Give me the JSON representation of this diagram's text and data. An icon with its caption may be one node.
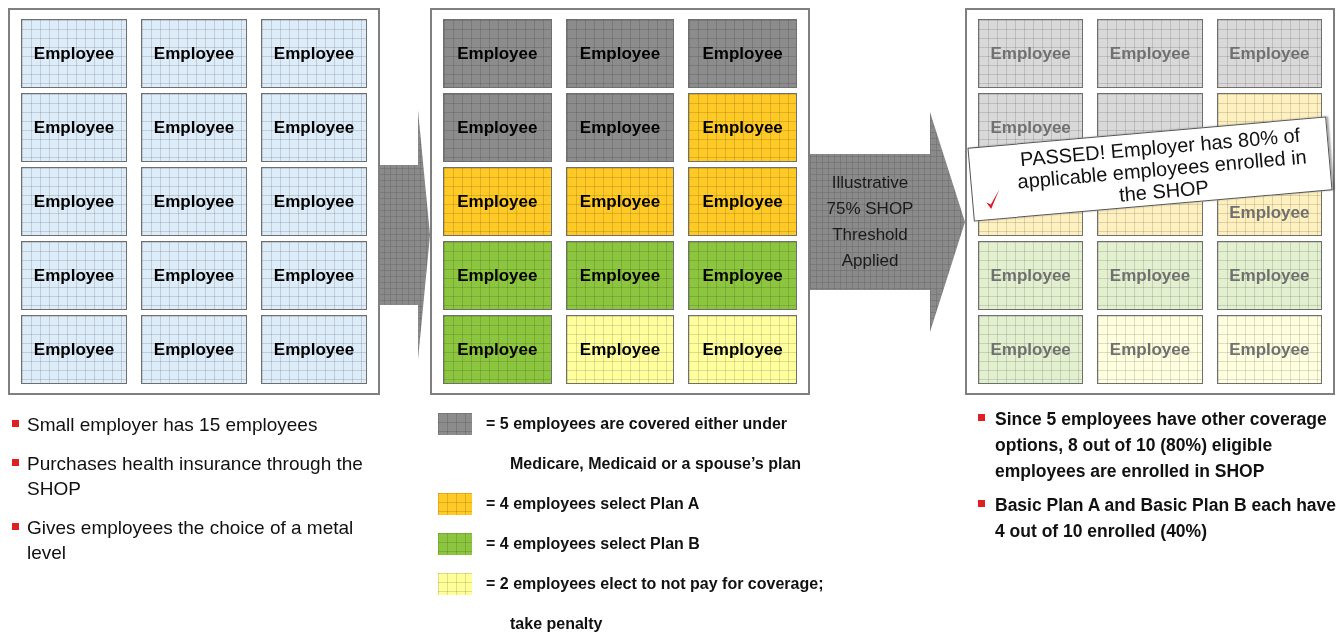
{
  "diagram": {
    "nodes": [
      {
        "text": [],
        "shape": "box"
      },
      {
        "text": [
          "Employee"
        ],
        "in": 0
      },
      {
        "text": [
          "Employee"
        ],
        "in": 0
      },
      {
        "text": [
          "Employee"
        ],
        "in": 0
      },
      {
        "text": [
          "Employee"
        ],
        "in": 0
      },
      {
        "text": [
          "Employee"
        ],
        "in": 0
      },
      {
        "text": [
          "Employee"
        ],
        "in": 0
      },
      {
        "text": [
          "Employee"
        ],
        "in": 0
      },
      {
        "text": [
          "Employee"
        ],
        "in": 0
      },
      {
        "text": [
          "Employee"
        ],
        "in": 0
      },
      {
        "text": [
          "Employee"
        ],
        "in": 0
      },
      {
        "text": [
          "Employee"
        ],
        "in": 0
      },
      {
        "text": [
          "Employee"
        ],
        "in": 0
      },
      {
        "text": [
          "Employee"
        ],
        "in": 0
      },
      {
        "text": [
          "Employee"
        ],
        "in": 0
      },
      {
        "text": [
          "Employee"
        ],
        "in": 0
      },
      {
        "text": [],
        "shape": "box"
      },
      {
        "text": [
          "Employee"
        ],
        "in": 16
      },
      {
        "text": [
          "Employee"
        ],
        "in": 16
      },
      {
        "text": [
          "Employee"
        ],
        "in": 16
      },
      {
        "text": [
          "Employee"
        ],
        "in": 16
      },
      {
        "text": [
          "Employee"
        ],
        "in": 16
      },
      {
        "text": [
          "Employee"
        ],
        "in": 16
      },
      {
        "text": [
          "Employee"
        ],
        "in": 16
      },
      {
        "text": [
          "Employee"
        ],
        "in": 16
      },
      {
        "text": [
          "Employee"
        ],
        "in": 16
      },
      {
        "text": [
          "Employee"
        ],
        "in": 16
      },
      {
        "text": [
          "Employee"
        ],
        "in": 16
      },
      {
        "text": [
          "Employee"
        ],
        "in": 16
      },
      {
        "text": [
          "Employee"
        ],
        "in": 16
      },
      {
        "text": [
          "Employee"
        ],
        "in": 16
      },
      {
        "text": [
          "Employee"
        ],
        "in": 16
      },
      {
        "text": [],
        "shape": "box"
      },
      {
        "text": [
          "Employee"
        ],
        "in": 32
      },
      {
        "text": [
          "Employee"
        ],
        "in": 32
      },
      {
        "text": [
          "Employee"
        ],
        "in": 32
      },
      {
        "text": [
          "Employee"
        ],
        "in": 32
      },
      {
        "text": [],
        "shape": "box",
        "in": 32
      },
      {
        "text": [],
        "shape": "box",
        "in": 32
      },
      {
        "text": [],
        "shape": "box",
        "in": 32
      },
      {
        "text": [],
        "shape": "box",
        "in": 32
      },
      {
        "text": [
          "Employee"
        ],
        "in": 32
      },
      {
        "text": [
          "Employee"
        ],
        "in": 32
      },
      {
        "text": [
          "Employee"
        ],
        "in": 32
      },
      {
        "text": [
          "Employee"
        ],
        "in": 32
      },
      {
        "text": [
          "Employee"
        ],
        "in": 32
      },
      {
        "text": [
          "Employee"
        ],
        "in": 32
      },
      {
        "text": [
          "Employee"
        ],
        "in": 32
      },
      {
        "text": [
          "PASSED! Employer has 80% of applicable employees enrolled in the SHOP"
        ],
        "in": 32
      }
    ],
    "edges": [
      {
        "from": 0,
        "to": 16,
        "arrow": "to"
      },
      {
        "from": 16,
        "to": 32,
        "arrow": "to",
        "label": "Illustrative 75% SHOP Threshold Applied"
      }
    ],
    "labels": [
      "Small employer has 15 employees",
      "Purchases health insurance through the SHOP",
      "Gives employees the choice of a metal level",
      "Since 5 employees have other coverage options, 8 out of 10 (80%) eligible employees are enrolled in SHOP",
      "Basic Plan A and Basic Plan B each have 4 out of 10 enrolled (40%)"
    ],
    "legend": [
      {
        "text": "= 5 employees are covered either under Medicare, Medicaid or a spouse’s plan",
        "color": "#8c8c8c"
      },
      {
        "text": "= 4 employees select Plan A",
        "color": "#ffc926"
      },
      {
        "text": "= 4 employees select Plan B",
        "color": "#8cc63f"
      },
      {
        "text": "= 2 employees elect to not pay for coverage; take penalty",
        "color": "#ffff99"
      }
    ]
  }
}
